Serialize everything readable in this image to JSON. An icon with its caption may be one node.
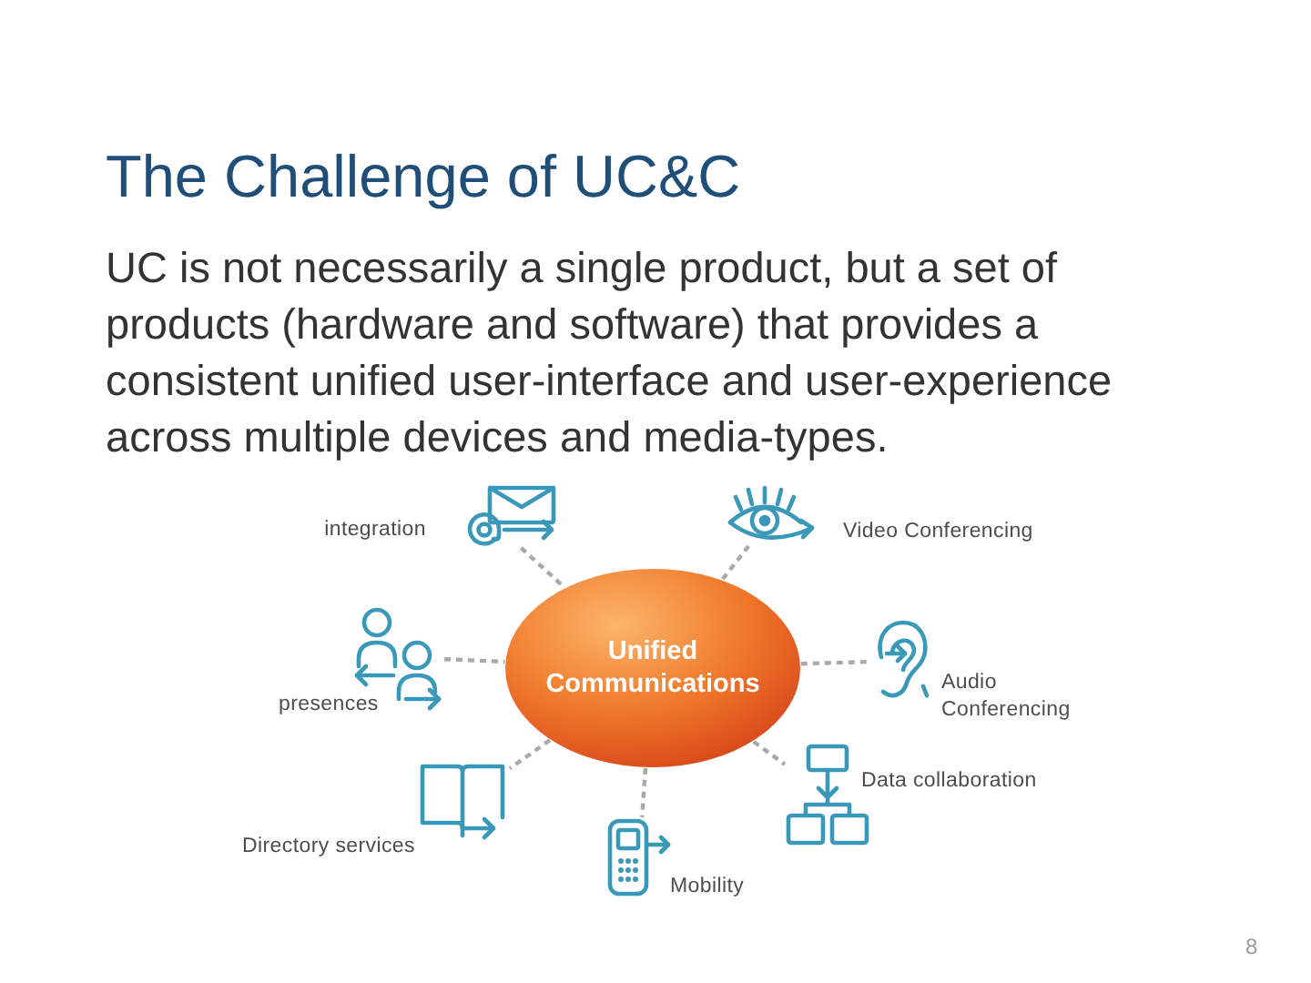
{
  "diagram": {
    "title": "The Challenge of UC&C",
    "nodes": [
      {
        "text": [],
        "shape": "picture",
        "beside": [
          "integration"
        ]
      },
      {
        "text": [],
        "shape": "picture",
        "beside": [
          "Video Conferencing"
        ]
      },
      {
        "text": [],
        "shape": "picture",
        "beside": [
          "presences"
        ]
      },
      {
        "text": [
          "Unified Communications"
        ]
      },
      {
        "text": [],
        "shape": "picture",
        "beside": [
          "Audio Conferencing"
        ]
      },
      {
        "text": [],
        "shape": "picture",
        "beside": [
          "Directory services"
        ]
      },
      {
        "text": [],
        "shape": "picture",
        "beside": [
          "Mobility"
        ]
      },
      {
        "text": [],
        "shape": "picture",
        "beside": [
          "Data collaboration"
        ]
      }
    ],
    "edges": [
      {
        "from": 0,
        "to": 3,
        "arrow": "none",
        "style": "dashed"
      },
      {
        "from": 1,
        "to": 3,
        "arrow": "none",
        "style": "dashed"
      },
      {
        "from": 2,
        "to": 3,
        "arrow": "none",
        "style": "dashed"
      },
      {
        "from": 3,
        "to": 4,
        "arrow": "none",
        "style": "dashed"
      },
      {
        "from": 3,
        "to": 5,
        "arrow": "none",
        "style": "dashed"
      },
      {
        "from": 3,
        "to": 6,
        "arrow": "none",
        "style": "dashed"
      },
      {
        "from": 3,
        "to": 7,
        "arrow": "none",
        "style": "dashed"
      }
    ],
    "labels": [
      "UC is not necessarily a single product, but a set of products (hardware and software) that provides a consistent unified user-interface and user-experience across multiple devices and media-types.",
      "8"
    ]
  }
}
